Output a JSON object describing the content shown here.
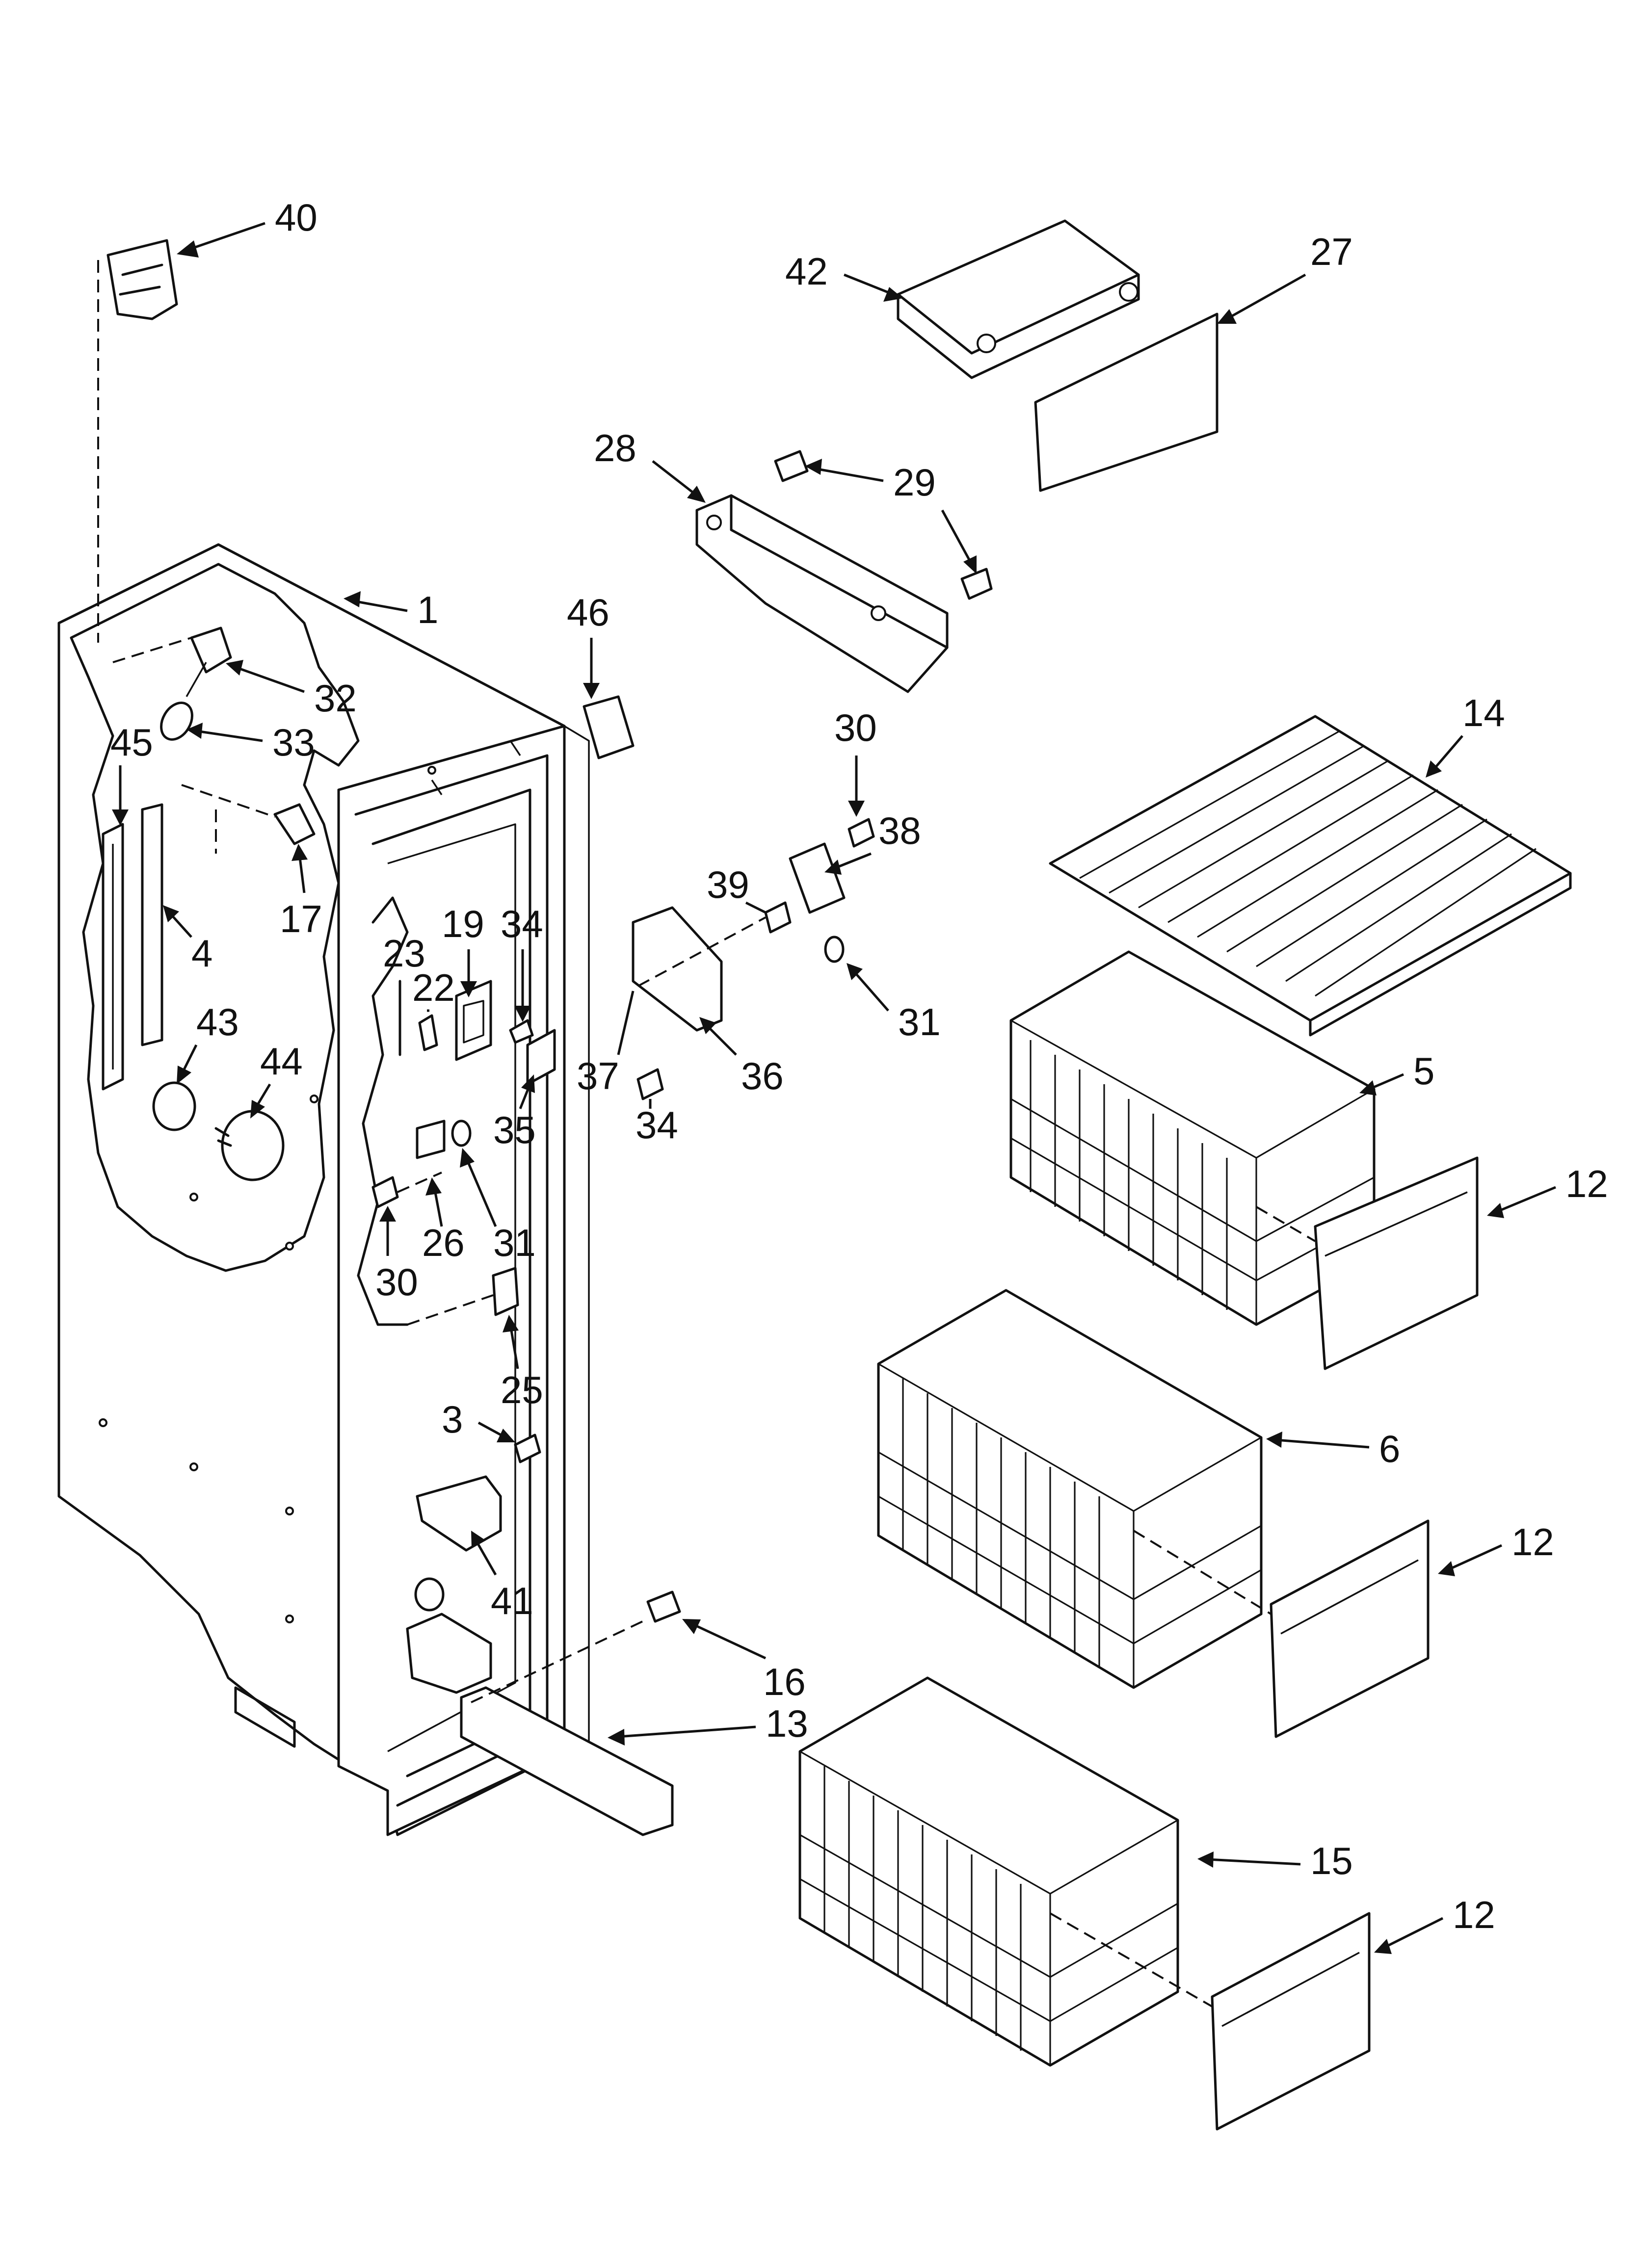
{
  "diagram": {
    "callouts": [
      {
        "label": "40"
      },
      {
        "label": "42"
      },
      {
        "label": "27"
      },
      {
        "label": "28"
      },
      {
        "label": "29"
      },
      {
        "label": "29"
      },
      {
        "label": "1"
      },
      {
        "label": "46"
      },
      {
        "label": "32"
      },
      {
        "label": "33"
      },
      {
        "label": "45"
      },
      {
        "label": "17"
      },
      {
        "label": "4"
      },
      {
        "label": "30"
      },
      {
        "label": "38"
      },
      {
        "label": "14"
      },
      {
        "label": "19"
      },
      {
        "label": "34"
      },
      {
        "label": "23"
      },
      {
        "label": "22"
      },
      {
        "label": "39"
      },
      {
        "label": "31"
      },
      {
        "label": "43"
      },
      {
        "label": "44"
      },
      {
        "label": "37"
      },
      {
        "label": "36"
      },
      {
        "label": "5"
      },
      {
        "label": "34"
      },
      {
        "label": "35"
      },
      {
        "label": "26"
      },
      {
        "label": "31"
      },
      {
        "label": "30"
      },
      {
        "label": "12"
      },
      {
        "label": "25"
      },
      {
        "label": "3"
      },
      {
        "label": "6"
      },
      {
        "label": "41"
      },
      {
        "label": "12"
      },
      {
        "label": "16"
      },
      {
        "label": "13"
      },
      {
        "label": "15"
      },
      {
        "label": "12"
      }
    ]
  }
}
